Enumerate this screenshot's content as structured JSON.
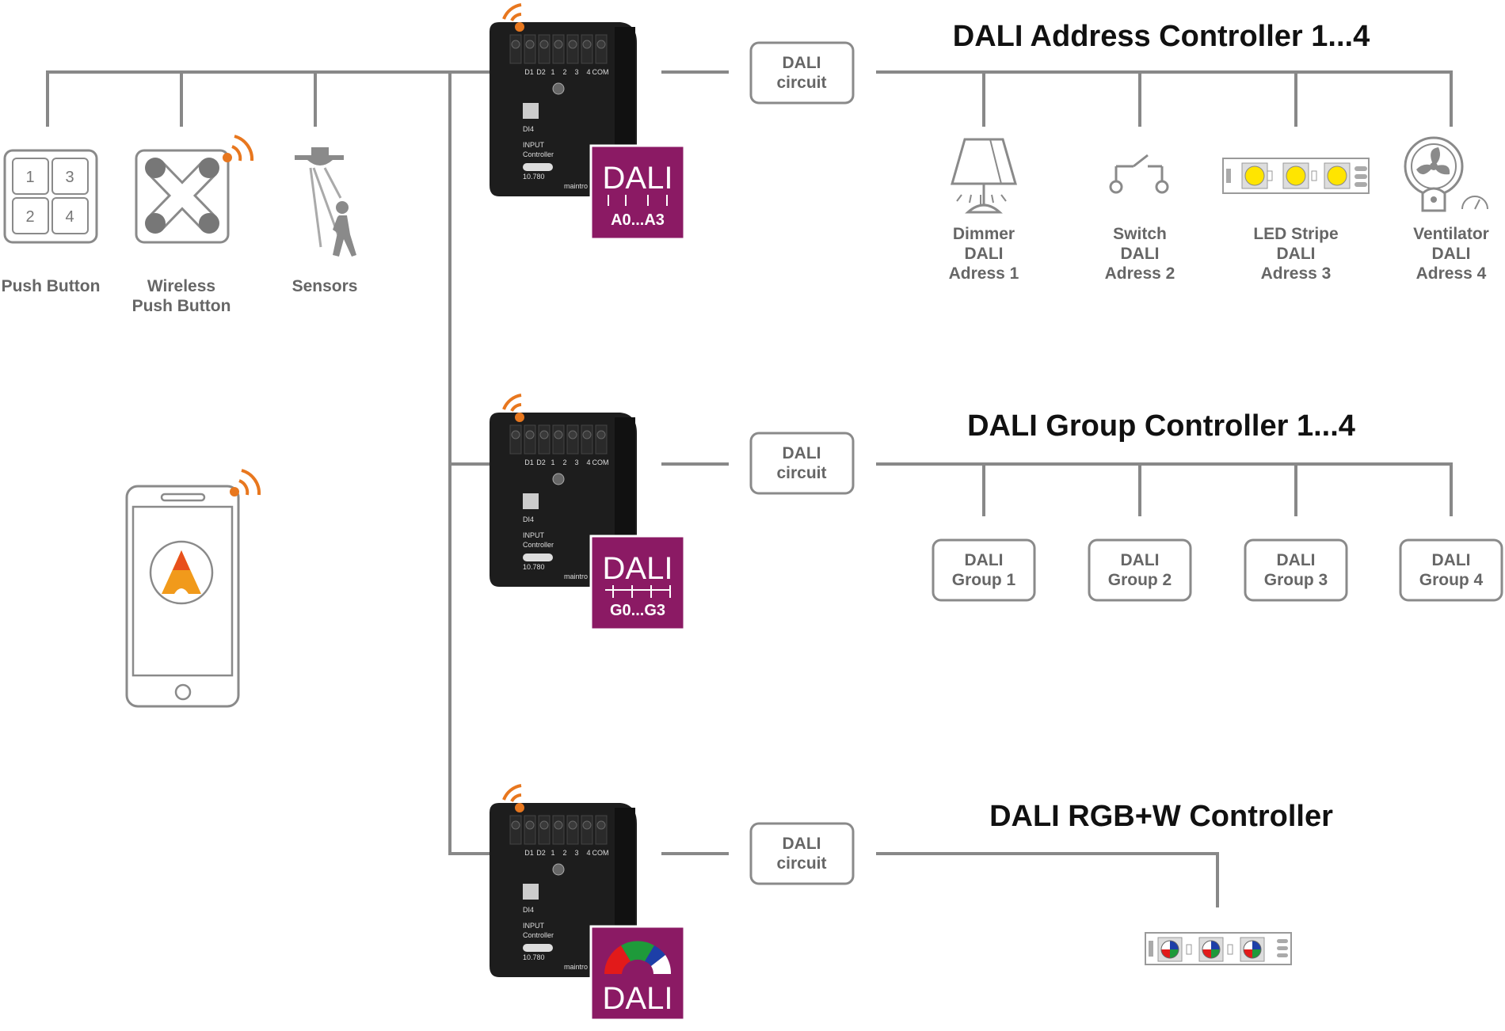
{
  "sections": [
    {
      "title": "DALI Address Controller 1...4",
      "badge": {
        "main": "DALI",
        "sub": "A0...A3"
      },
      "circuit": "DALI circuit",
      "outputs": [
        {
          "lines": [
            "Dimmer",
            "DALI",
            "Adress 1"
          ],
          "icon": "lamp-icon"
        },
        {
          "lines": [
            "Switch",
            "DALI",
            "Adress  2"
          ],
          "icon": "switch-icon"
        },
        {
          "lines": [
            "LED Stripe",
            "DALI",
            "Adress  3"
          ],
          "icon": "led-strip-icon"
        },
        {
          "lines": [
            "Ventilator",
            "DALI",
            "Adress 4"
          ],
          "icon": "fan-icon"
        }
      ]
    },
    {
      "title": "DALI Group Controller 1...4",
      "badge": {
        "main": "DALI",
        "sub": "G0...G3"
      },
      "circuit": "DALI circuit",
      "groups": [
        [
          "DALI",
          "Group 1"
        ],
        [
          "DALI",
          "Group 2"
        ],
        [
          "DALI",
          "Group 3"
        ],
        [
          "DALI",
          "Group 4"
        ]
      ]
    },
    {
      "title": "DALI RGB+W Controller",
      "badge": {
        "main": "DALI"
      },
      "circuit": "DALI circuit"
    }
  ],
  "inputs": [
    {
      "lines": [
        "Push Button"
      ],
      "icon": "push-button-icon",
      "keys": [
        "1",
        "3",
        "2",
        "4"
      ]
    },
    {
      "lines": [
        "Wireless",
        "Push Button"
      ],
      "icon": "wireless-push-button-icon"
    },
    {
      "lines": [
        "Sensors"
      ],
      "icon": "motion-sensor-icon"
    }
  ],
  "module": {
    "ports": [
      "D1",
      "D2",
      "1",
      "2",
      "3",
      "4",
      "COM"
    ],
    "labels": [
      "DI4",
      "INPUT",
      "Controller",
      "10.780",
      "maintro"
    ]
  },
  "colors": {
    "line": "#888888",
    "badge": "#8b1a64",
    "wifi": "#e8771e",
    "box_border": "#8a8a8a"
  }
}
